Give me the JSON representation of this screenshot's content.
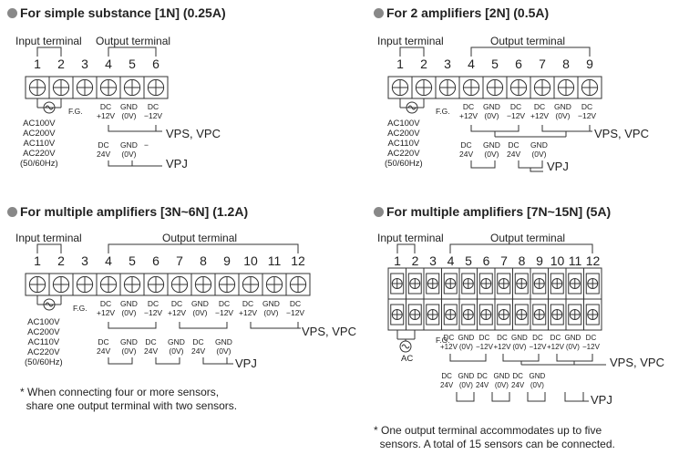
{
  "panels": [
    {
      "title": "For simple substance [1N] (0.25A)",
      "input_label": "Input terminal",
      "output_label": "Output terminal",
      "numbers": [
        "1",
        "2",
        "3",
        "4",
        "5",
        "6"
      ],
      "fg": "F.G.",
      "dc_top": [
        "DC\n+12V",
        "GND\n(0V)",
        "DC\n−12V"
      ],
      "dc_bottom": [
        "DC\n24V",
        "GND\n(0V)",
        "−"
      ],
      "ac_text": "AC100V\nAC200V\nAC110V\nAC220V\n(50/60Hz)",
      "vps": "VPS, VPC",
      "vpj": "VPJ"
    },
    {
      "title": "For 2 amplifiers [2N] (0.5A)",
      "input_label": "Input terminal",
      "output_label": "Output terminal",
      "numbers": [
        "1",
        "2",
        "3",
        "4",
        "5",
        "6",
        "7",
        "8",
        "9"
      ],
      "fg": "F.G.",
      "dc_top": [
        "DC\n+12V",
        "GND\n(0V)",
        "DC\n−12V",
        "DC\n+12V",
        "GND\n(0V)",
        "DC\n−12V"
      ],
      "dc_bottom": [
        "DC\n24V",
        "GND\n(0V)",
        "DC\n24V",
        "GND\n(0V)"
      ],
      "ac_text": "AC100V\nAC200V\nAC110V\nAC220V\n(50/60Hz)",
      "vps": "VPS, VPC",
      "vpj": "VPJ"
    },
    {
      "title": "For multiple amplifiers [3N~6N] (1.2A)",
      "input_label": "Input terminal",
      "output_label": "Output terminal",
      "numbers": [
        "1",
        "2",
        "3",
        "4",
        "5",
        "6",
        "7",
        "8",
        "9",
        "10",
        "11",
        "12"
      ],
      "fg": "F.G.",
      "dc_top": [
        "DC\n+12V",
        "GND\n(0V)",
        "DC\n−12V",
        "DC\n+12V",
        "GND\n(0V)",
        "DC\n−12V",
        "DC\n+12V",
        "GND\n(0V)",
        "DC\n−12V"
      ],
      "dc_bottom": [
        "DC\n24V",
        "GND\n(0V)",
        "DC\n24V",
        "GND\n(0V)",
        "DC\n24V",
        "GND\n(0V)"
      ],
      "ac_text": "AC100V\nAC200V\nAC110V\nAC220V\n(50/60Hz)",
      "vps": "VPS, VPC",
      "vpj": "VPJ",
      "note": "* When connecting four or more sensors,\n  share one output terminal with two sensors."
    },
    {
      "title": "For multiple amplifiers [7N~15N] (5A)",
      "input_label": "Input terminal",
      "output_label": "Output terminal",
      "numbers": [
        "1",
        "2",
        "3",
        "4",
        "5",
        "6",
        "7",
        "8",
        "9",
        "10",
        "11",
        "12"
      ],
      "fg": "F.G.",
      "dc_top": [
        "DC\n+12V",
        "GND\n(0V)",
        "DC\n−12V",
        "DC\n+12V",
        "GND\n(0V)",
        "DC\n−12V",
        "DC\n+12V",
        "GND\n(0V)",
        "DC\n−12V"
      ],
      "dc_bottom": [
        "DC\n24V",
        "GND\n(0V)",
        "DC\n24V",
        "GND\n(0V)",
        "DC\n24V",
        "GND\n(0V)"
      ],
      "ac_text": "AC",
      "vps": "VPS, VPC",
      "vpj": "VPJ",
      "note": "* One output terminal accommodates up to five\n  sensors. A total of 15 sensors can be connected."
    }
  ]
}
